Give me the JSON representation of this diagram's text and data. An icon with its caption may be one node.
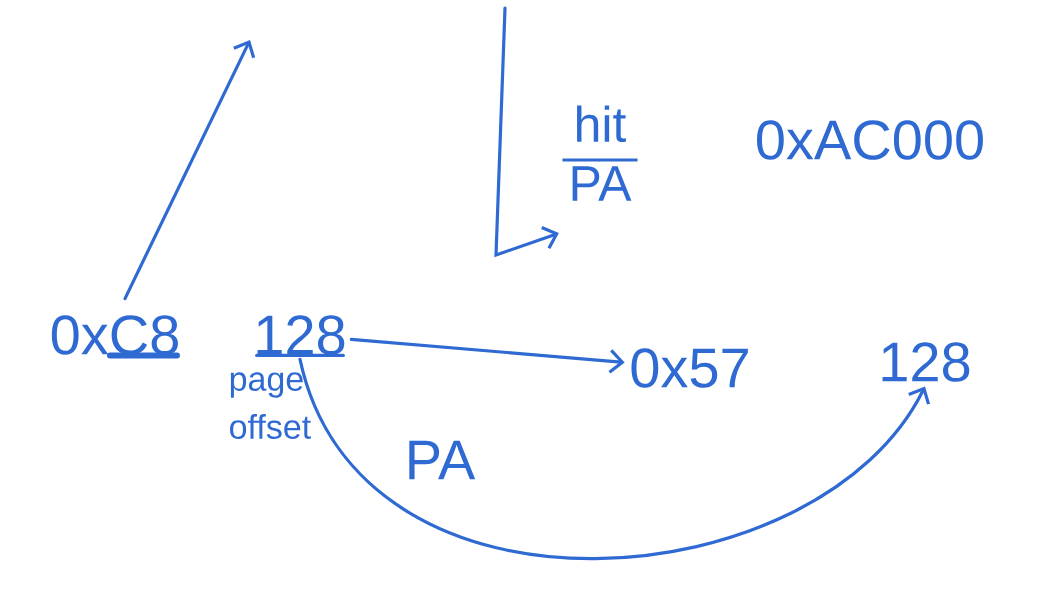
{
  "diagram": {
    "nodes": [
      {
        "text": [
          "0xC8"
        ]
      },
      {
        "text": [
          "128"
        ],
        "beside": [
          "page offset"
        ]
      },
      {
        "text": [
          "0x57"
        ]
      },
      {
        "text": [
          "128"
        ]
      },
      {
        "text": [
          "hit",
          "PA"
        ]
      }
    ],
    "edges": [
      {
        "from": 0,
        "to": null,
        "arrow": "to"
      },
      {
        "from": 1,
        "to": 2,
        "arrow": "to"
      },
      {
        "from": 1,
        "to": 3,
        "arrow": "to",
        "label": "PA"
      },
      {
        "from": null,
        "to": 4,
        "arrow": "to"
      }
    ],
    "labels": [
      "0xAC000"
    ]
  }
}
